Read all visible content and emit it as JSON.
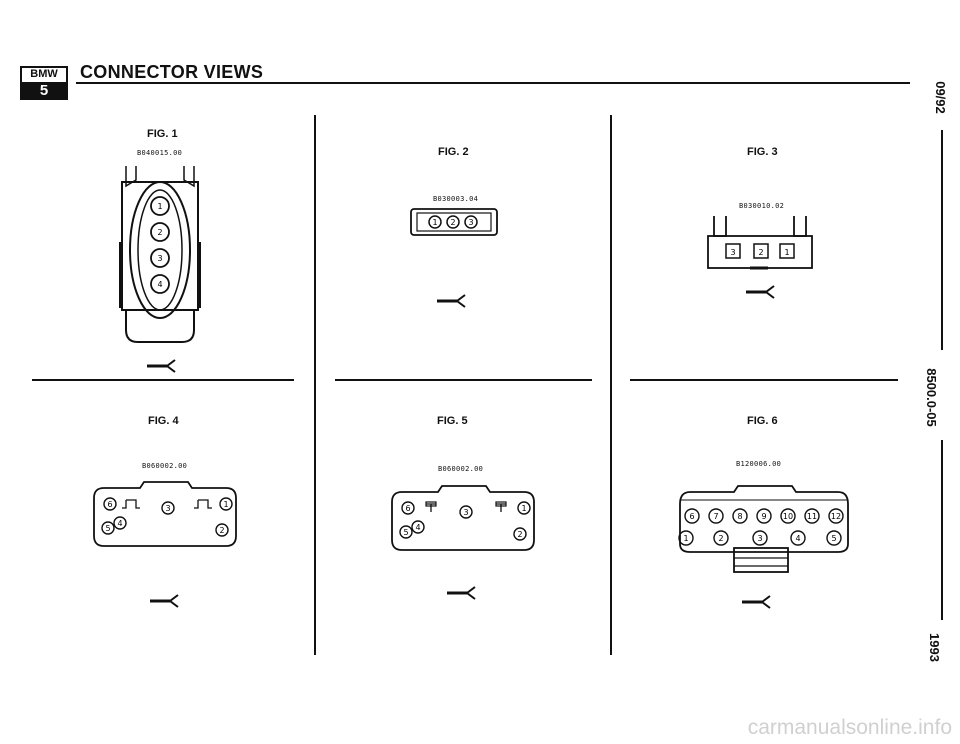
{
  "header": {
    "logo_top": "BMW",
    "logo_bottom": "5",
    "title": "CONNECTOR VIEWS"
  },
  "side": {
    "date": "09/92",
    "code": "8500.0-05",
    "year": "1993"
  },
  "figures": [
    {
      "label": "FIG. 1",
      "code": "B040015.00",
      "pins": [
        "1",
        "2",
        "3",
        "4"
      ]
    },
    {
      "label": "FIG. 2",
      "code": "B030003.04",
      "pins": [
        "1",
        "2",
        "3"
      ]
    },
    {
      "label": "FIG. 3",
      "code": "B030010.02",
      "pins": [
        "3",
        "2",
        "1"
      ]
    },
    {
      "label": "FIG. 4",
      "code": "B060002.00",
      "pins": [
        "6",
        "3",
        "1",
        "5",
        "4",
        "2"
      ]
    },
    {
      "label": "FIG. 5",
      "code": "B060002.00",
      "pins": [
        "6",
        "3",
        "1",
        "5",
        "4",
        "2"
      ]
    },
    {
      "label": "FIG. 6",
      "code": "B120006.00",
      "pins": [
        "6",
        "7",
        "8",
        "9",
        "10",
        "11",
        "12",
        "1",
        "2",
        "3",
        "4",
        "5"
      ]
    }
  ],
  "watermark": "carmanualsonline.info"
}
